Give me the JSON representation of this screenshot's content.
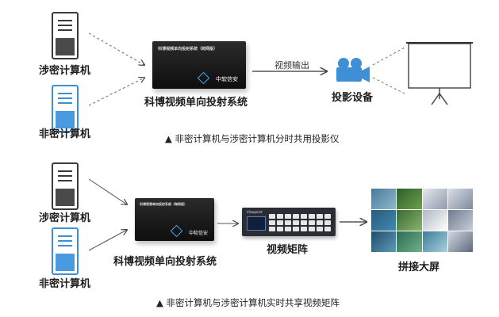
{
  "top": {
    "secret_pc_label": "涉密计算机",
    "nonsecret_pc_label": "非密计算机",
    "device_label": "科博视频单向投射系统",
    "device_plate": "科博视频单向投射系统（跨网版）",
    "device_brand": "中软信安",
    "arrow_label": "视频输出",
    "projector_label": "投影设备",
    "caption": "▲ 非密计算机与涉密计算机分时共用投影仪"
  },
  "bottom": {
    "secret_pc_label": "涉密计算机",
    "nonsecret_pc_label": "非密计算机",
    "device_label": "科博视频单向投射系统",
    "device_plate": "科博视频单向投射系统（跨网版）",
    "device_brand": "中软信安",
    "matrix_label": "视频矩阵",
    "matrix_tag": "Viewpoint",
    "wall_label": "拼接大屏",
    "caption": "▲ 非密计算机与涉密计算机实时共享视频矩阵"
  },
  "colors": {
    "secret_pc": "#3a3a3a",
    "nonsecret_pc": "#3f8fd6",
    "projector": "#3f8fd6",
    "arrow": "#333333"
  }
}
